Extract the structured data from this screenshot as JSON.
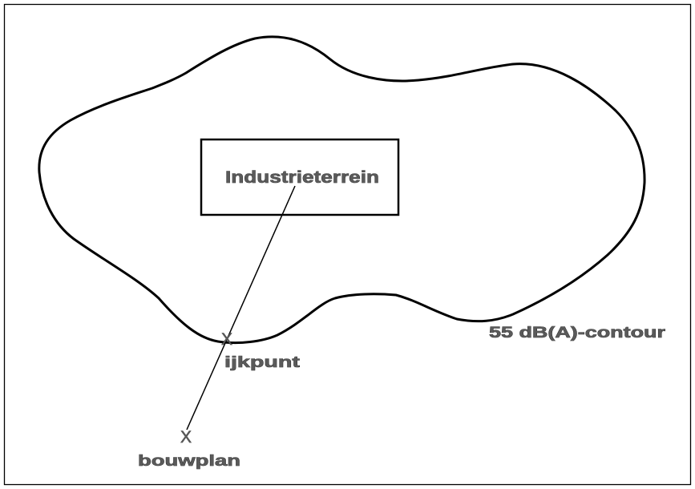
{
  "diagram": {
    "area_label": "Industrieterrein",
    "contour_label": "55 dB(A)-contour",
    "reference_point": {
      "marker": "X",
      "label": "ijkpunt"
    },
    "building_plan": {
      "marker": "X",
      "label": "bouwplan"
    }
  },
  "colors": {
    "line": "#000000",
    "label_fill": "#5a5a5a",
    "label_outline": "#1a1a1a",
    "background": "#ffffff"
  }
}
